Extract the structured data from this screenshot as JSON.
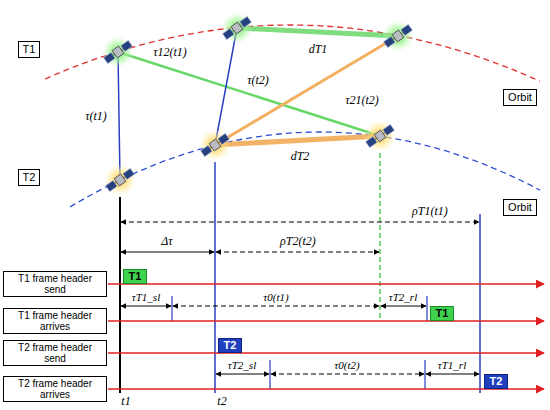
{
  "diagram": {
    "nodes": [
      {
        "text": [
          "T1"
        ]
      },
      {
        "text": [
          "Orbit"
        ]
      },
      {
        "text": [
          "T2"
        ]
      },
      {
        "text": [
          "Orbit"
        ]
      },
      {
        "text": [
          "T1 frame header send"
        ]
      },
      {
        "text": [
          "T1"
        ]
      },
      {
        "text": [
          "T1 frame header arrives"
        ]
      },
      {
        "text": [
          "T1"
        ]
      },
      {
        "text": [
          "T2 frame header send"
        ]
      },
      {
        "text": [
          "T2"
        ]
      },
      {
        "text": [
          "T2 frame header arrives"
        ]
      },
      {
        "text": [
          "T2"
        ]
      }
    ],
    "labels": [
      "τ12(t1)",
      "τ(t2)",
      "dT1",
      "τ(t1)",
      "τ21(t2)",
      "dT2",
      "ρT1(t1)",
      "Δτ",
      "ρT2(t2)",
      "τT1_sl",
      "τ0(t1)",
      "τT2_rl",
      "τT2_sl",
      "τ0(t2)",
      "τT1_rl",
      "t1",
      "t2"
    ]
  }
}
